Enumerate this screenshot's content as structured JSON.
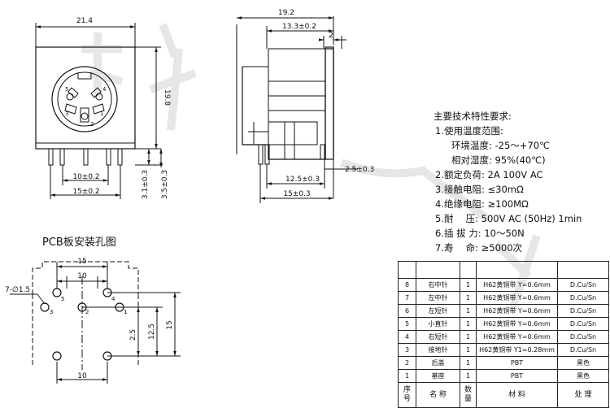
{
  "front_view": {
    "width_dim": "21.4",
    "height_dim": "19.8",
    "pitch_10": "10±0.2",
    "pitch_15": "15±0.2",
    "offset_31": "3.1±0.3",
    "offset_35": "3.5±0.3",
    "pin_labels": [
      "5",
      "4",
      "1",
      "3",
      "2"
    ]
  },
  "side_view": {
    "total_dim": "19.2",
    "body_dim": "13.3±0.2",
    "flange_dim": "2",
    "pin_25": "2.5±0.3",
    "pin_125": "12.5±0.3",
    "pin_15": "15±0.3"
  },
  "pcb": {
    "title": "PCB板安装孔图",
    "top_15": "15",
    "top_10": "10",
    "bottom_10": "10",
    "hole_note": "7-∅1.5",
    "v_25": "2.5",
    "v_125": "12.5",
    "v_15": "15",
    "hole_labels": [
      "5",
      "4",
      "3",
      "2",
      "1"
    ]
  },
  "specs": {
    "title": "主要技术特性要求:",
    "lines": [
      "1.使用温度范围:",
      "环境温度: -25～+70℃",
      "相对湿度: 95%(40℃)",
      "2.额定负荷: 2A 100V AC",
      "3.接触电阻: ≤30mΩ",
      "4.绝缘电阻: ≥100MΩ",
      "5.耐　 压: 500V AC (50Hz) 1min",
      "6.插 拔 力: 10～50N",
      "7.寿　 命: ≥5000次"
    ]
  },
  "bom": {
    "rows": [
      {
        "no": "8",
        "name": "右中针",
        "qty": "1",
        "material": "H62黄铜带 Y=0.6mm",
        "finish": "D.Cu/Sn"
      },
      {
        "no": "7",
        "name": "左中针",
        "qty": "1",
        "material": "H62黄铜带 Y=0.6mm",
        "finish": "D.Cu/Sn"
      },
      {
        "no": "6",
        "name": "左短针",
        "qty": "1",
        "material": "H62黄铜带 Y=0.6mm",
        "finish": "D.Cu/Sn"
      },
      {
        "no": "5",
        "name": "小直针",
        "qty": "1",
        "material": "H62黄铜带 Y=0.6mm",
        "finish": "D.Cu/Sn"
      },
      {
        "no": "4",
        "name": "右短针",
        "qty": "1",
        "material": "H62黄铜带 Y=0.6mm",
        "finish": "D.Cu/Sn"
      },
      {
        "no": "3",
        "name": "接地针",
        "qty": "1",
        "material": "H62黄铜带 Y1=0.28mm",
        "finish": "D.Cu/Sn"
      },
      {
        "no": "2",
        "name": "后盖",
        "qty": "1",
        "material": "PBT",
        "finish": "黑色"
      },
      {
        "no": "1",
        "name": "基座",
        "qty": "1",
        "material": "PBT",
        "finish": "黑色"
      }
    ],
    "header": {
      "no": "序号",
      "name": "名 称",
      "qty": "数量",
      "material": "材 料",
      "finish": "处 理"
    }
  }
}
